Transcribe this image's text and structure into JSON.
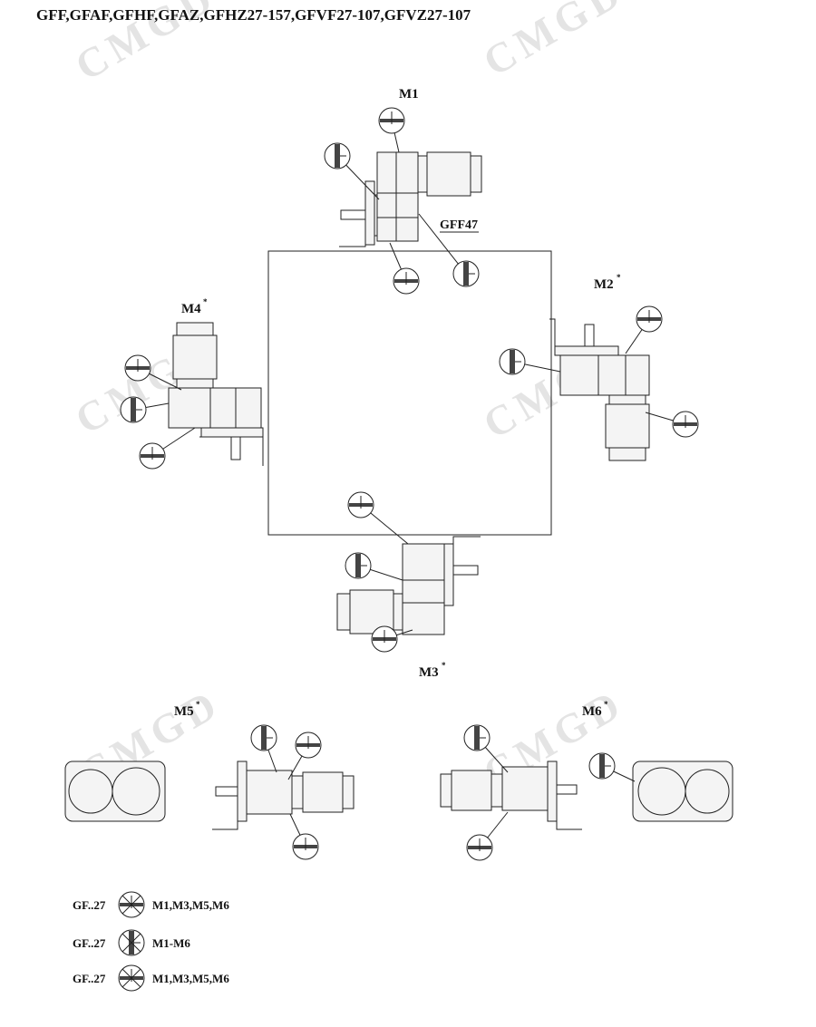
{
  "title": "GFF,GFAF,GFHF,GFAZ,GFHZ27-157,GFVF27-107,GFVZ27-107",
  "watermark": "CMGD",
  "positions": {
    "m1": "M1",
    "m2": "M2",
    "m3": "M3",
    "m4": "M4",
    "m5": "M5",
    "m6": "M6",
    "asterisk": "*"
  },
  "model_label": "GFF47",
  "legend": [
    {
      "prefix": "GF..27",
      "icon": "crossed-oil-level-horizontal-icon",
      "applies": "M1,M3,M5,M6"
    },
    {
      "prefix": "GF..27",
      "icon": "crossed-oil-level-vertical-icon",
      "applies": "M1-M6"
    },
    {
      "prefix": "GF..27",
      "icon": "crossed-oil-drain-icon",
      "applies": "M1,M3,M5,M6"
    }
  ]
}
